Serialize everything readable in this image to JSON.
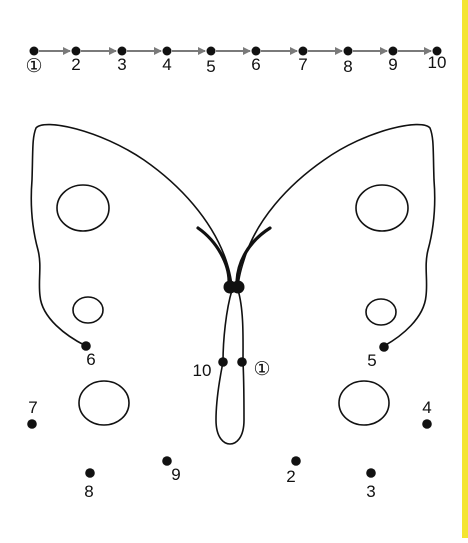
{
  "palette": {
    "ink": "#111111",
    "guide_line": "#7a7a7a",
    "edge_strip": "#f4e531"
  },
  "legend": {
    "labels": [
      "①",
      "2",
      "3",
      "4",
      "5",
      "6",
      "7",
      "8",
      "9",
      "10"
    ]
  },
  "dots": [
    {
      "label": "①",
      "name": "dot-1"
    },
    {
      "label": "2",
      "name": "dot-2"
    },
    {
      "label": "3",
      "name": "dot-3"
    },
    {
      "label": "4",
      "name": "dot-4"
    },
    {
      "label": "5",
      "name": "dot-5"
    },
    {
      "label": "6",
      "name": "dot-6"
    },
    {
      "label": "7",
      "name": "dot-7"
    },
    {
      "label": "8",
      "name": "dot-8"
    },
    {
      "label": "9",
      "name": "dot-9"
    },
    {
      "label": "10",
      "name": "dot-10"
    }
  ]
}
